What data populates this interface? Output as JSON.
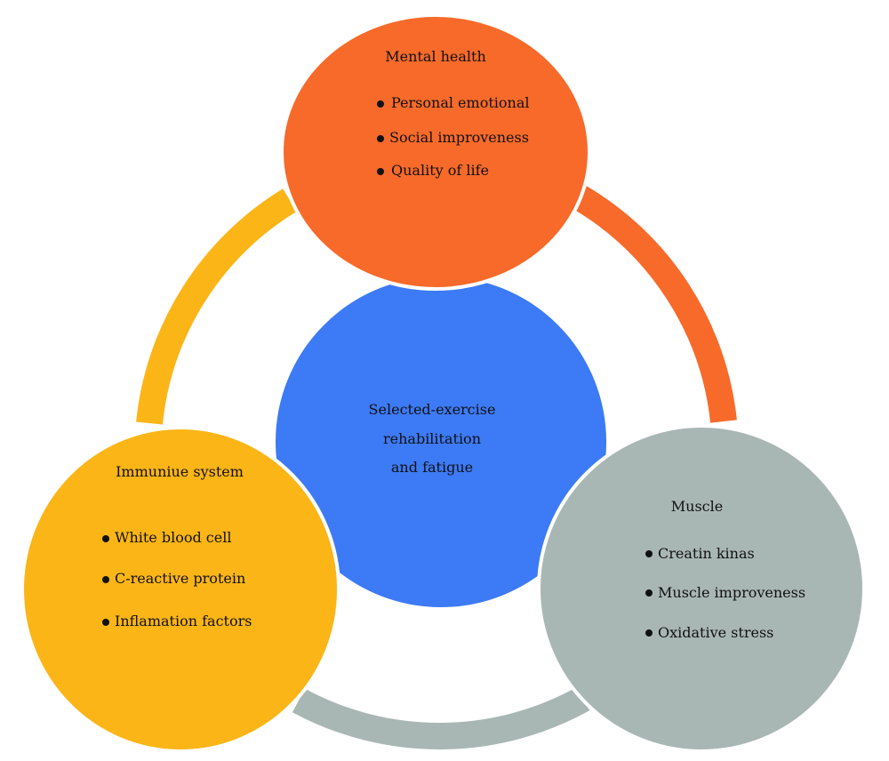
{
  "center": {
    "lines": [
      "Selected-exercise",
      "rehabilitation",
      "and fatigue"
    ],
    "color": "#3d7af5"
  },
  "nodes": [
    {
      "id": "mental",
      "title": "Mental health",
      "items": [
        "Personal emotional",
        "Social improveness",
        "Quality of life"
      ],
      "color": "#f76a2a"
    },
    {
      "id": "immune",
      "title": "Immuniue system",
      "items": [
        "White blood cell",
        "C-reactive protein",
        "Inflamation factors"
      ],
      "color": "#fbb517"
    },
    {
      "id": "muscle",
      "title": "Muscle",
      "items": [
        "Creatin kinas",
        "Muscle improveness",
        "Oxidative stress"
      ],
      "color": "#a9b7b4"
    }
  ]
}
